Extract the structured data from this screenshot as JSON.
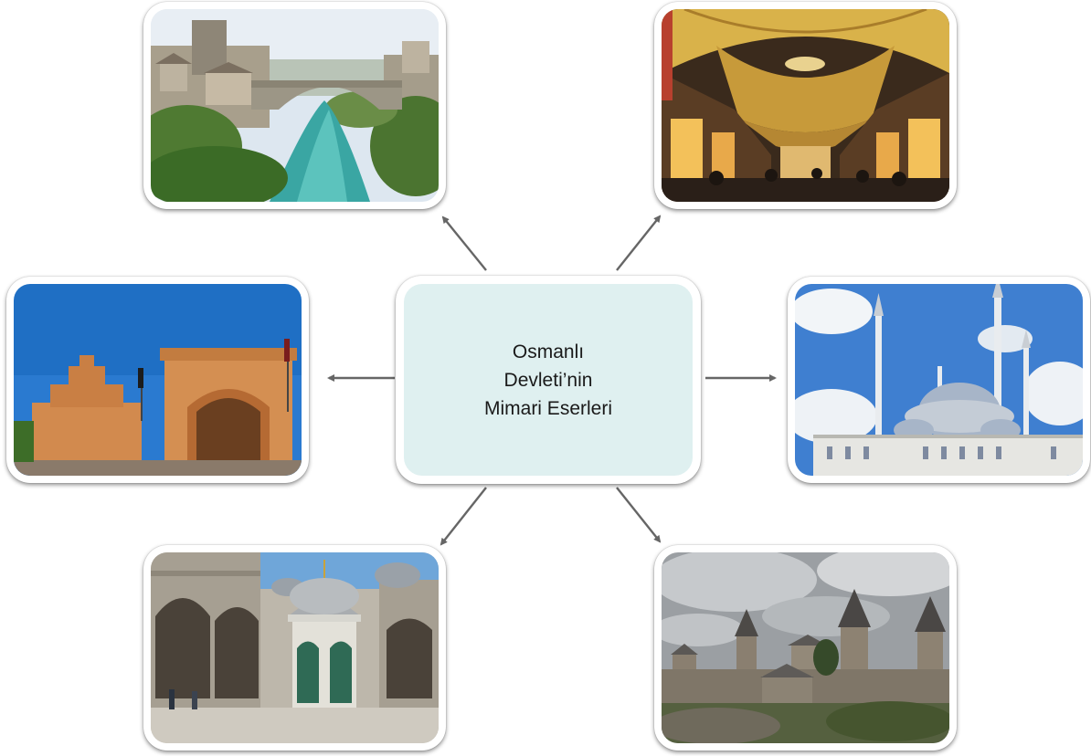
{
  "center": {
    "lines": [
      "Osmanlı",
      "Devleti’nin",
      "Mimari Eserleri"
    ],
    "background": "#dff0f0"
  },
  "photos": [
    {
      "id": "stone-bridge",
      "icon": "stone-bridge-photo"
    },
    {
      "id": "covered-bazaar",
      "icon": "covered-bazaar-photo"
    },
    {
      "id": "desert-fortress",
      "icon": "desert-fortress-photo"
    },
    {
      "id": "mosque",
      "icon": "mosque-photo"
    },
    {
      "id": "fountain-courtyard",
      "icon": "fountain-courtyard-photo"
    },
    {
      "id": "castle",
      "icon": "castle-photo"
    }
  ],
  "colors": {
    "arrow": "#666666",
    "frame": "#ffffff"
  }
}
